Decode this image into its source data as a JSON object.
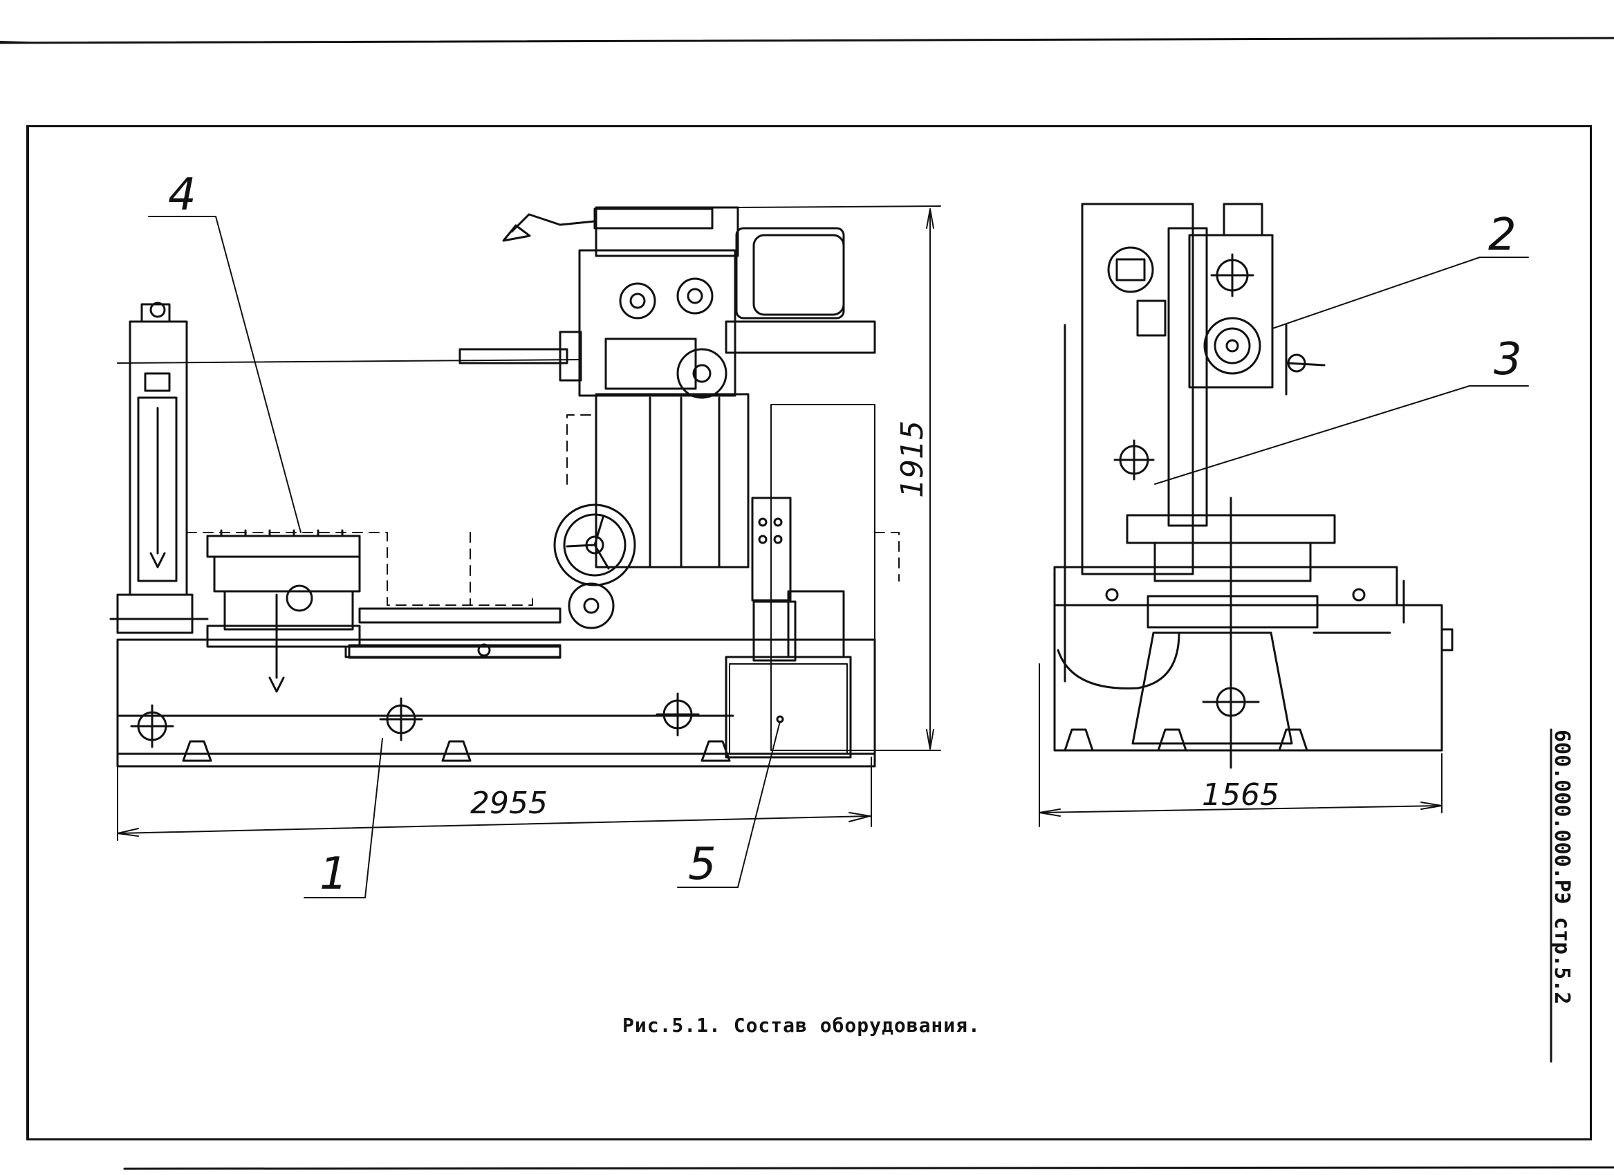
{
  "drawing": {
    "callouts": {
      "c1": "1",
      "c2": "2",
      "c3": "3",
      "c4": "4",
      "c5": "5"
    },
    "dimensions": {
      "length": "2955",
      "height": "1915",
      "width": "1565"
    },
    "caption": "Рис.5.1. Состав оборудования.",
    "document_number": "600.000.000.РЭ стр.5.2"
  }
}
